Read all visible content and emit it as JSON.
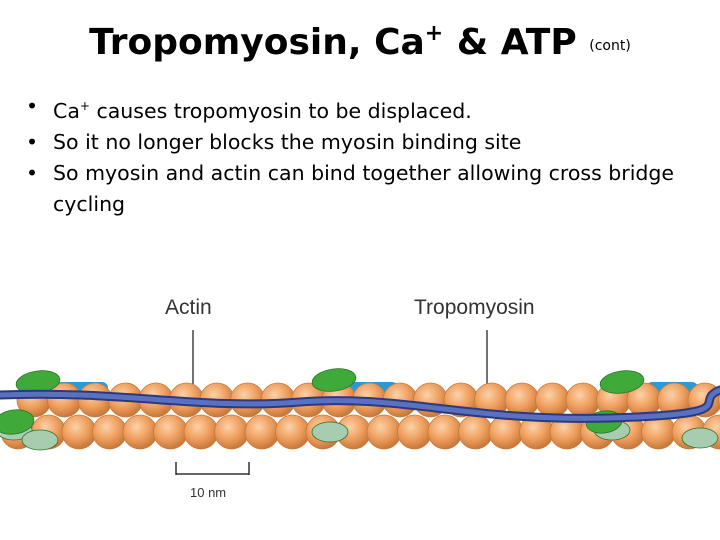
{
  "title": {
    "main": "Tropomyosin, Ca",
    "superscript": "+",
    "rest": " & ATP ",
    "note": "(cont)"
  },
  "bullets": [
    {
      "dot": "•",
      "pre": "Ca",
      "sup": "+",
      "text": " causes tropomyosin to be displaced."
    },
    {
      "dot": "•",
      "text": "So it no longer blocks the myosin binding site"
    },
    {
      "dot": "•",
      "text": "So myosin and actin can bind together allowing cross bridge cycling"
    }
  ],
  "diagram": {
    "label_actin": "Actin",
    "label_tropomyosin": "Tropomyosin",
    "scale_label": "10 nm",
    "colors": {
      "actin_bead": "#f0a060",
      "actin_bead_dark": "#c87838",
      "tropomyosin": "#4a5fa8",
      "troponin_green": "#3faa3a",
      "troponin_blue": "#2a9ad6",
      "pale_green": "#a8ccb0"
    }
  }
}
